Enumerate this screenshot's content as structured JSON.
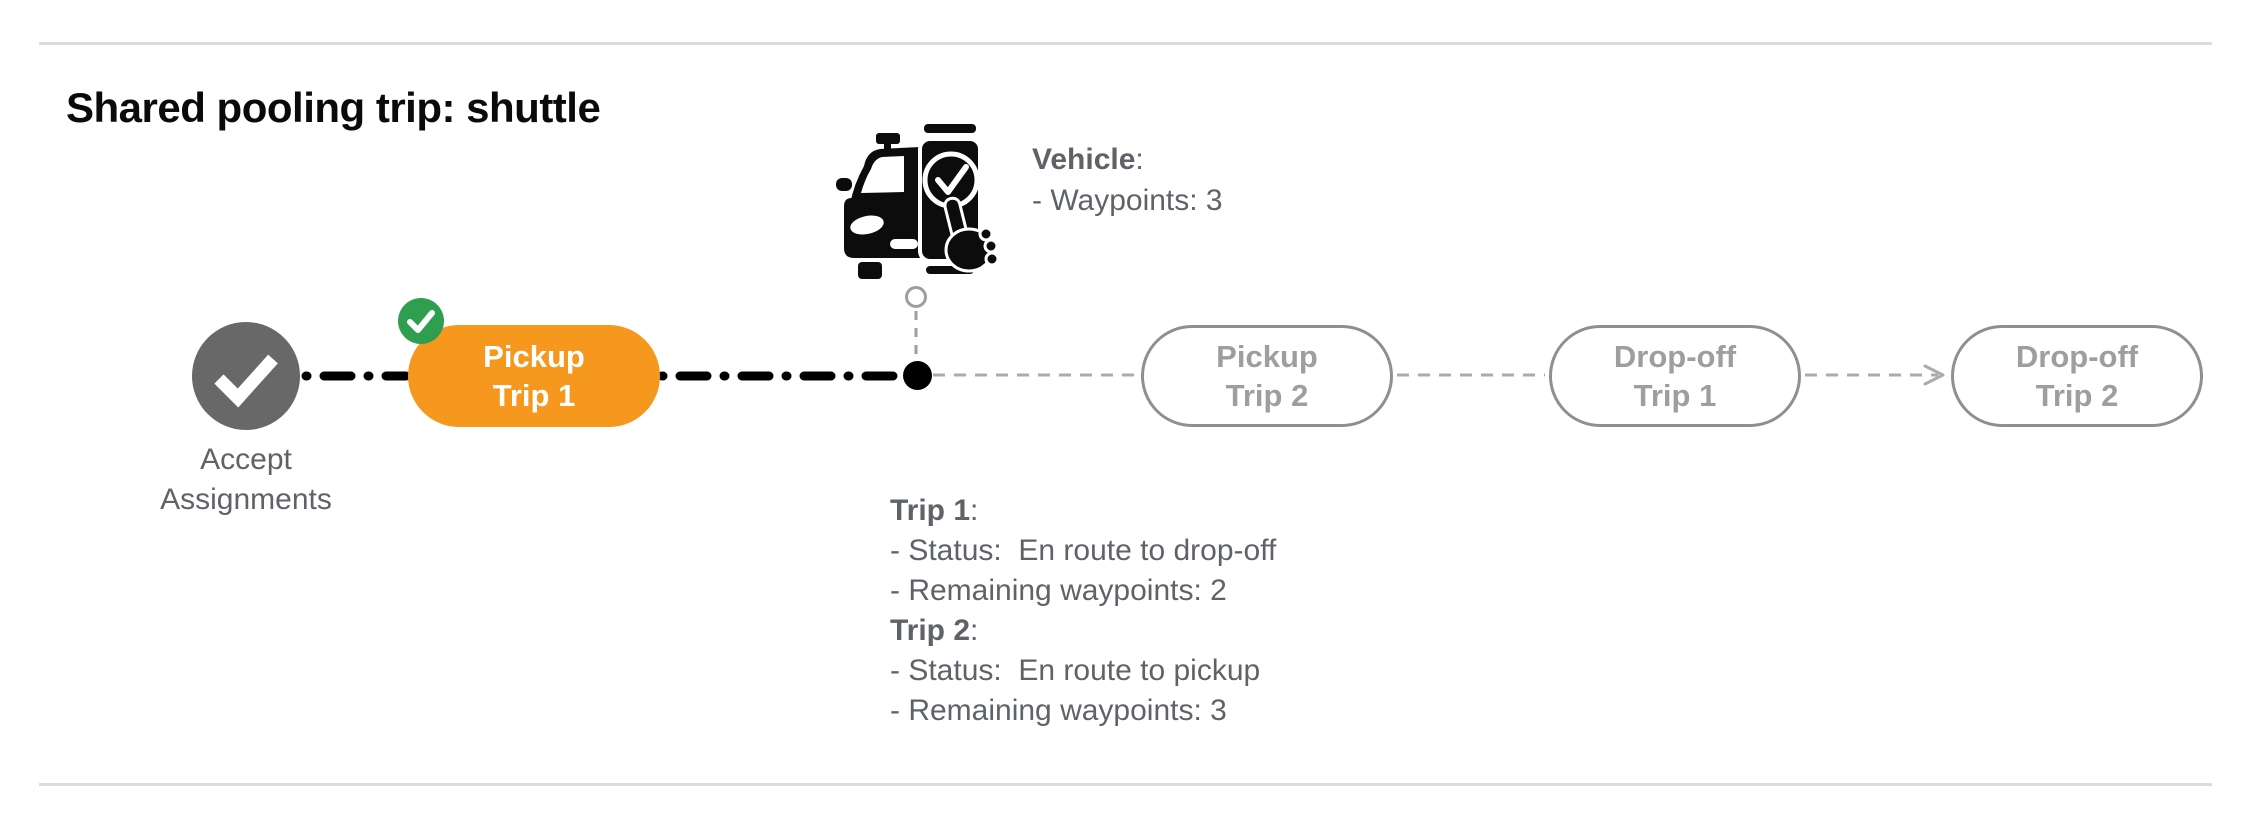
{
  "title": "Shared pooling trip: shuttle",
  "vehicle": {
    "heading": "Vehicle",
    "heading_suffix": ":",
    "waypoints_line": "- Waypoints: 3",
    "icon": "taxi-phone-check-icon",
    "marker_icon": "vehicle-position-ring-icon"
  },
  "timeline": {
    "start": {
      "icon": "check-icon",
      "label_line1": "Accept",
      "label_line2": "Assignments"
    },
    "completed_badge_icon": "check-badge-icon",
    "current_position_icon": "current-position-dot",
    "nodes": [
      {
        "line1": "Pickup",
        "line2": "Trip 1",
        "state": "current"
      },
      {
        "line1": "Pickup",
        "line2": "Trip 2",
        "state": "upcoming"
      },
      {
        "line1": "Drop-off",
        "line2": "Trip 1",
        "state": "upcoming"
      },
      {
        "line1": "Drop-off",
        "line2": "Trip 2",
        "state": "upcoming"
      }
    ]
  },
  "trips": [
    {
      "heading": "Trip 1",
      "heading_suffix": ":",
      "status_line": "- Status:  En route to drop-off",
      "remaining_line": "- Remaining waypoints: 2"
    },
    {
      "heading": "Trip 2",
      "heading_suffix": ":",
      "status_line": "- Status:  En route to pickup",
      "remaining_line": "- Remaining waypoints: 3"
    }
  ],
  "colors": {
    "accent_orange": "#F6981E",
    "success_green": "#2F9E4F",
    "completed_gray": "#686868",
    "outline_gray": "#8F8F8F",
    "muted_text": "#5F6368",
    "icon_black": "#0C0C0C"
  }
}
